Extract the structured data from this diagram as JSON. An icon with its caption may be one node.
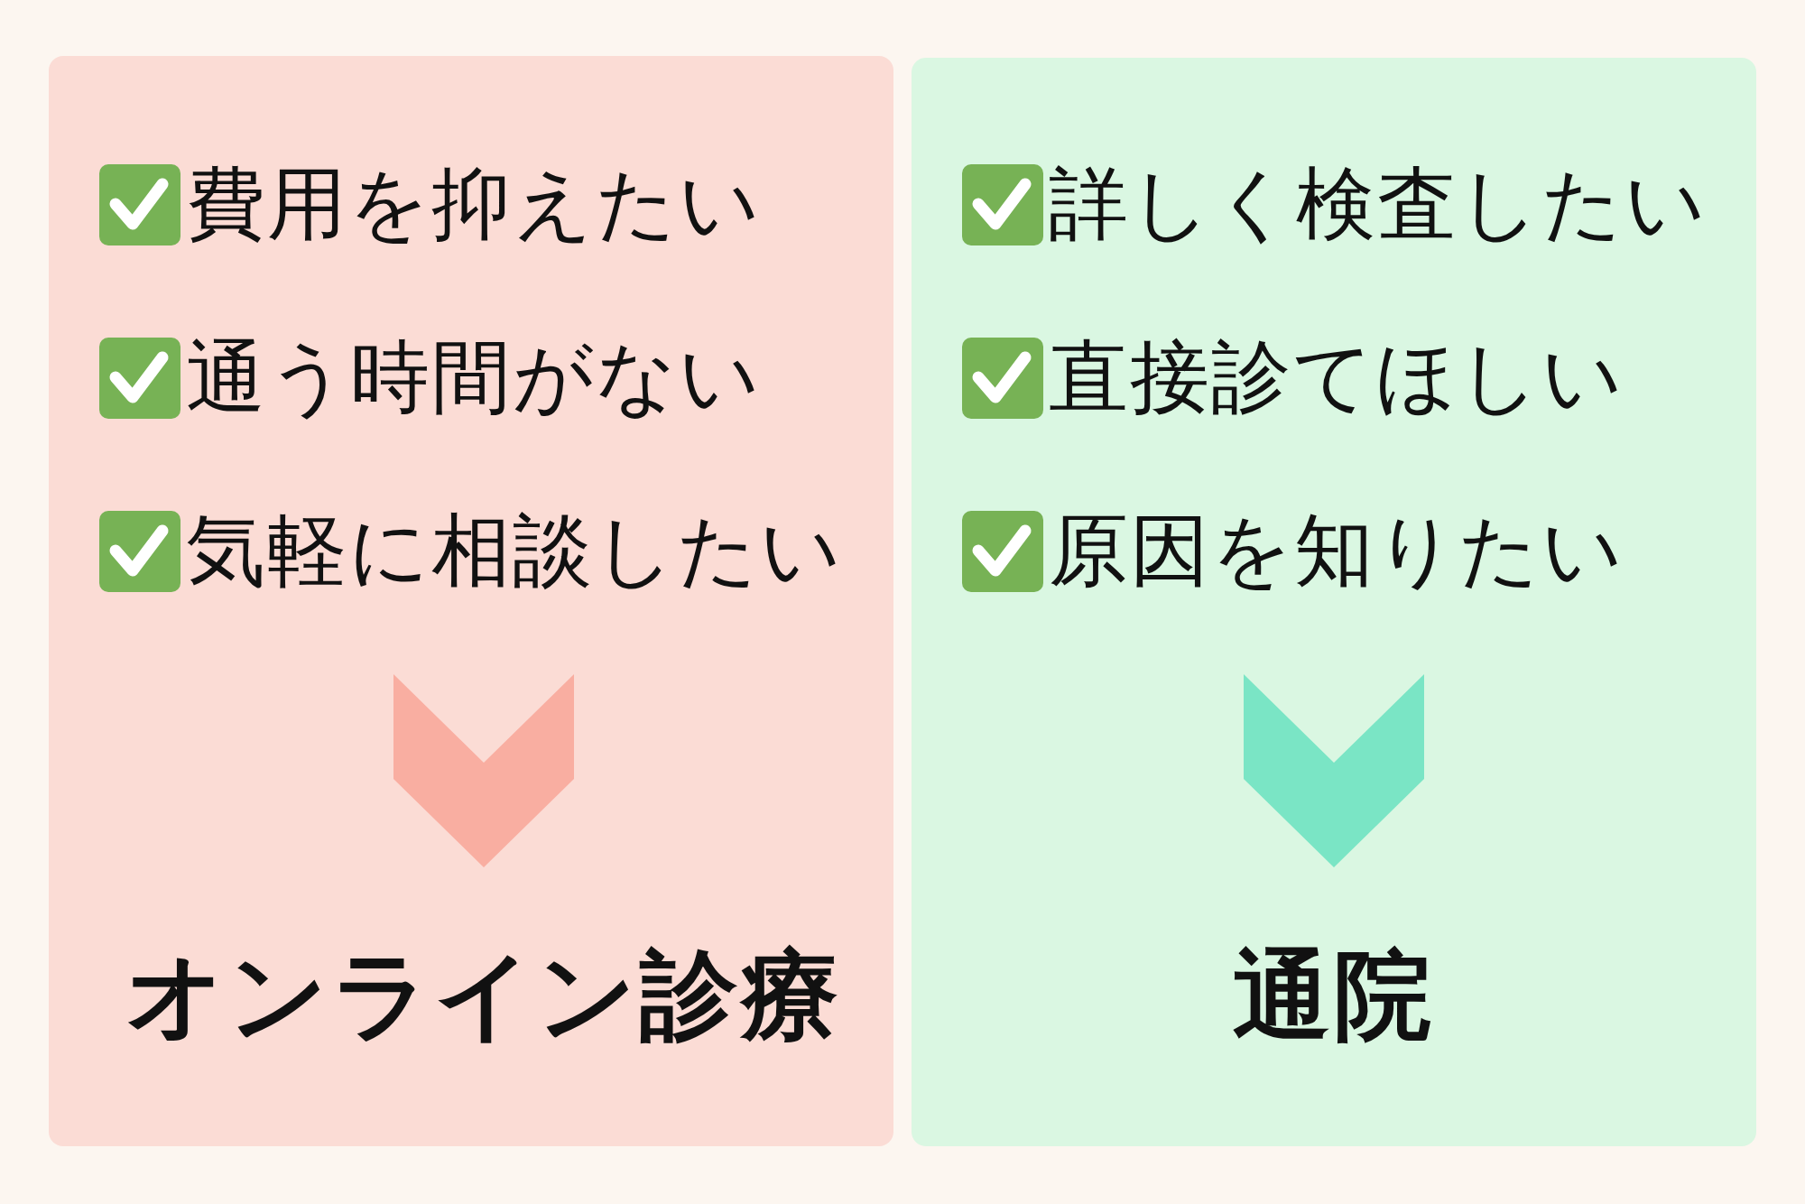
{
  "diagram": {
    "nodes": [
      {
        "text": [],
        "shape": "box"
      },
      {
        "text": [
          "費用を抑えたい",
          "通う時間がない",
          "気軽に相談したい"
        ],
        "in": 0
      },
      {
        "text": [
          "オンライン診療"
        ],
        "in": 0
      },
      {
        "text": [],
        "shape": "box"
      },
      {
        "text": [
          "詳しく検査したい",
          "直接診てほしい",
          "原因を知りたい"
        ],
        "in": 3
      },
      {
        "text": [
          "通院"
        ],
        "in": 3
      }
    ],
    "edges": [
      {
        "from": 1,
        "to": 2,
        "arrow": "to",
        "color": "#f9aea1"
      },
      {
        "from": 4,
        "to": 5,
        "arrow": "to",
        "color": "#7ae5c5"
      }
    ]
  }
}
